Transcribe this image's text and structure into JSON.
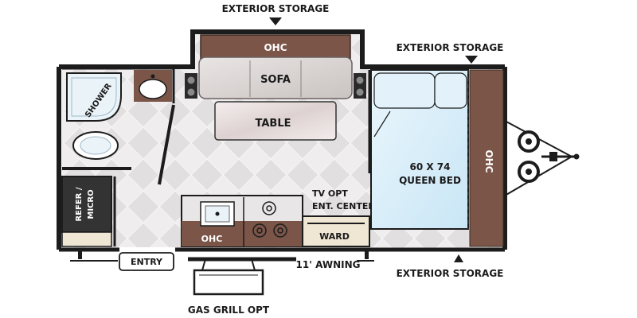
{
  "labels": {
    "exterior_storage_top": "EXTERIOR STORAGE",
    "exterior_storage_right": "EXTERIOR STORAGE",
    "exterior_storage_bottom": "EXTERIOR STORAGE",
    "ohc_slide": "OHC",
    "sofa": "SOFA",
    "table": "TABLE",
    "shower": "SHOWER",
    "refer_line1": "REFER /",
    "refer_line2": "MICRO",
    "ohc_kitchen": "OHC",
    "tv_line1": "TV OPT",
    "tv_line2": "ENT. CENTER",
    "ward": "WARD",
    "bed_line1": "60 X 74",
    "bed_line2": "QUEEN BED",
    "ohc_bed": "OHC",
    "entry": "ENTRY",
    "awning": "11' AWNING",
    "gas_grill": "GAS GRILL OPT"
  },
  "colors": {
    "wall": "#1c1c1c",
    "cabinet_brown": "#7a5548",
    "floor": "#ece9ea",
    "bed": "#d6edf8"
  }
}
